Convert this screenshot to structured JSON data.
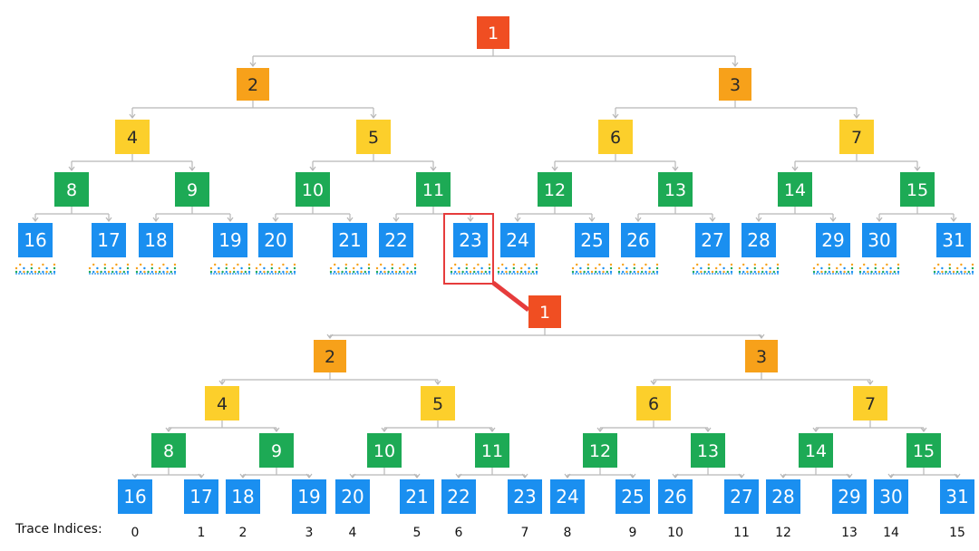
{
  "colors": {
    "level0": "#f04e22",
    "level1": "#f7a11a",
    "level2": "#fccf2b",
    "level3": "#1daa55",
    "level4": "#1a8ff0",
    "edge": "#b7b7b7",
    "highlight": "#e63c3c",
    "leaf_dots": [
      "#1a8ff0",
      "#f7a11a",
      "#1daa55"
    ]
  },
  "top_tree": {
    "nodes": [
      "1",
      "2",
      "3",
      "4",
      "5",
      "6",
      "7",
      "8",
      "9",
      "10",
      "11",
      "12",
      "13",
      "14",
      "15",
      "16",
      "17",
      "18",
      "19",
      "20",
      "21",
      "22",
      "23",
      "24",
      "25",
      "26",
      "27",
      "28",
      "29",
      "30",
      "31"
    ],
    "highlighted_node": "23"
  },
  "bottom_tree": {
    "nodes": [
      "1",
      "2",
      "3",
      "4",
      "5",
      "6",
      "7",
      "8",
      "9",
      "10",
      "11",
      "12",
      "13",
      "14",
      "15",
      "16",
      "17",
      "18",
      "19",
      "20",
      "21",
      "22",
      "23",
      "24",
      "25",
      "26",
      "27",
      "28",
      "29",
      "30",
      "31"
    ]
  },
  "trace": {
    "label": "Trace Indices:",
    "indices": [
      "0",
      "1",
      "2",
      "3",
      "4",
      "5",
      "6",
      "7",
      "8",
      "9",
      "10",
      "11",
      "12",
      "13",
      "14",
      "15"
    ]
  }
}
